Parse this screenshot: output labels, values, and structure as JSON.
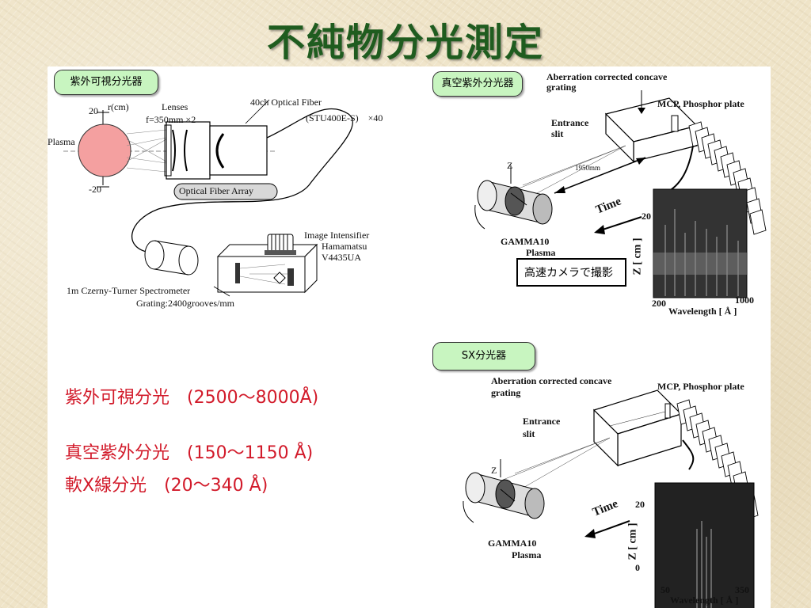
{
  "title": "不純物分光測定",
  "uv_visible": {
    "badge": "紫外可視分光器",
    "labels": {
      "r_axis": "r(cm)",
      "plus20": "20",
      "minus20": "-20",
      "plasma": "Plasma",
      "lenses": "Lenses",
      "focal": "f=350mm ×2",
      "fiber": "40ch Optical Fiber",
      "fiber_model": "(STU400E-S)　×40",
      "fiber_array": "Optical Fiber Array",
      "intensifier": "Image  Intensifier",
      "hamamatsu": "Hamamatsu",
      "model": "V4435UA",
      "spectrometer": "1m Czerny-Turner Spectrometer",
      "grating": "Grating:2400grooves/mm"
    }
  },
  "vuv": {
    "badge": "真空紫外分光器",
    "labels": {
      "aberration": "Aberration corrected concave",
      "grating": "grating",
      "mcp": "MCP, Phosphor plate",
      "entrance": "Entrance",
      "slit": "slit",
      "distance": "1950mm",
      "z": "Z",
      "gamma": "GAMMA10",
      "plasma": "Plasma",
      "time": "Time",
      "camera": "高速カメラで撮影",
      "y_axis": "Z [ cm ]",
      "y_tick": "20",
      "x_min": "200",
      "x_max": "1000",
      "x_axis": "Wavelength [ Å ]"
    }
  },
  "sx": {
    "badge": "SX分光器",
    "labels": {
      "aberration": "Aberration corrected concave",
      "grating": "grating",
      "mcp": "MCP, Phosphor plate",
      "entrance": "Entrance",
      "slit": "slit",
      "z": "Z",
      "gamma": "GAMMA10",
      "plasma": "Plasma",
      "time": "Time",
      "y_axis": "Z [ cm ]",
      "y_top": "20",
      "y_bottom": "0",
      "x_min": "50",
      "x_max": "350",
      "x_axis": "Wavelength [ Å ]"
    }
  },
  "ranges": [
    {
      "name": "紫外可視分光",
      "range": "(2500～8000Å)"
    },
    {
      "name": "真空紫外分光",
      "range": "(150～1150 Å)"
    },
    {
      "name": "軟X線分光",
      "range": "(20～340 Å)"
    }
  ],
  "colors": {
    "title": "#1f5c1f",
    "badge": "#c8f5c0",
    "range_text": "#d21a2a",
    "plasma": "#f4a0a0"
  }
}
